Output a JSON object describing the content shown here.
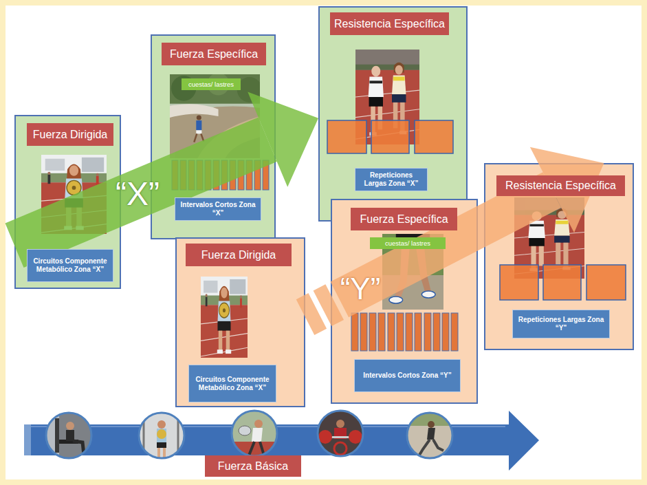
{
  "diagram": {
    "nodes": [
      {
        "text": [
          "Fuerza Dirigida",
          "Circuitos Componente Metabólico Zona “X”"
        ]
      },
      {
        "text": [
          "Fuerza Específica",
          "cuestas/ lastres",
          "Intervalos Cortos Zona “X”"
        ]
      },
      {
        "text": [
          "Resistencia Específica",
          "Repeticiones Largas Zona “X”"
        ]
      },
      {
        "text": [
          "Fuerza Dirigida",
          "Circuitos Componente Metabólico Zona “X”"
        ]
      },
      {
        "text": [
          "Fuerza Específica",
          "cuestas/ lastres",
          "Intervalos Cortos Zona “Y”"
        ]
      },
      {
        "text": [
          "Resistencia Específica",
          "Repeticiones Largas Zona “Y”"
        ]
      },
      {
        "text": [
          "Fuerza Básica"
        ]
      }
    ],
    "edges": [
      {
        "from": 0,
        "to": 2,
        "arrow": "to",
        "label": "“X”"
      },
      {
        "from": 3,
        "to": 5,
        "arrow": "to",
        "label": "“Y”"
      }
    ]
  }
}
